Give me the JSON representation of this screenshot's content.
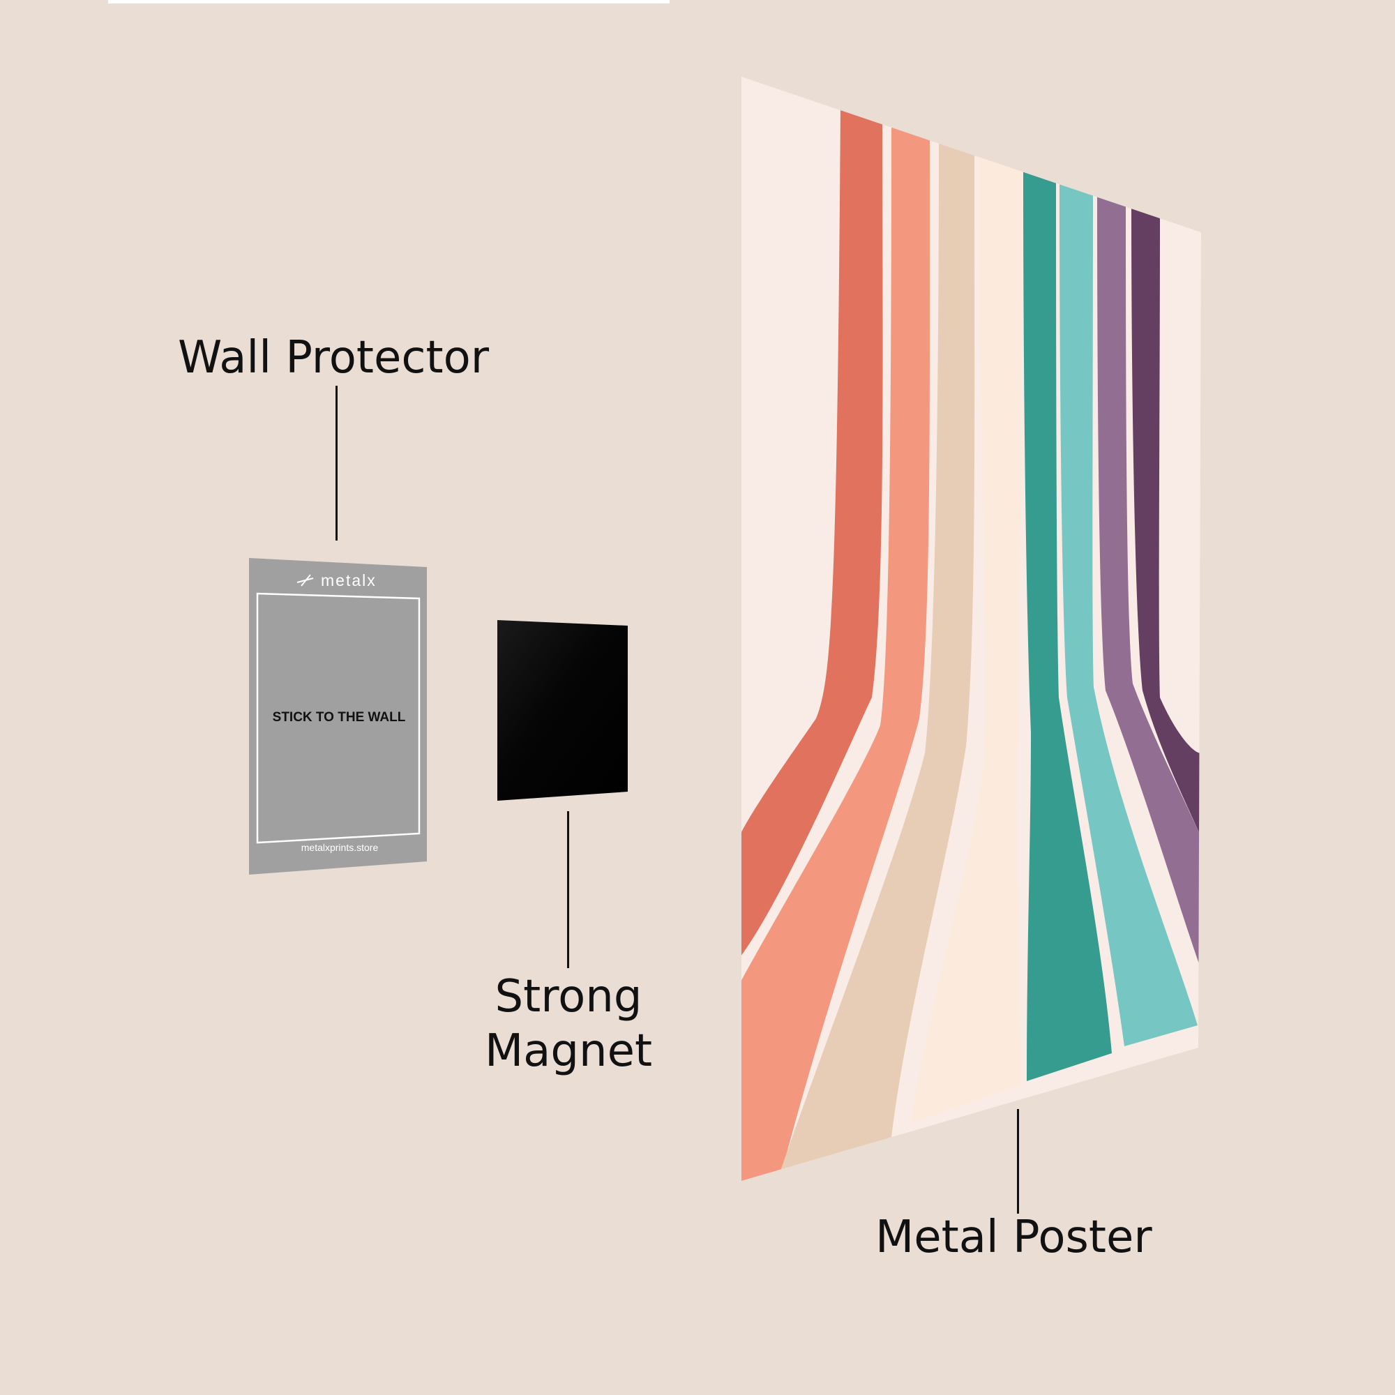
{
  "labels": {
    "wall_protector": "Wall Protector",
    "strong_magnet_line1": "Strong",
    "strong_magnet_line2": "Magnet",
    "metal_poster": "Metal Poster"
  },
  "protector": {
    "brand": "metalx",
    "instruction": "STICK TO THE WALL",
    "website": "metalxprints.store"
  },
  "icons": {
    "protector_logo": "metalx-logo-icon"
  },
  "colors": {
    "background": "#e9ddd4",
    "text": "#111111",
    "protector": "#a0a0a0",
    "magnet": "#000000",
    "poster_base": "#f9ece6",
    "stripes": [
      "#e0725e",
      "#f3977e",
      "#e8cdb6",
      "#fcebdd",
      "#369c8f",
      "#76c7c4",
      "#926e93",
      "#653f62"
    ]
  }
}
